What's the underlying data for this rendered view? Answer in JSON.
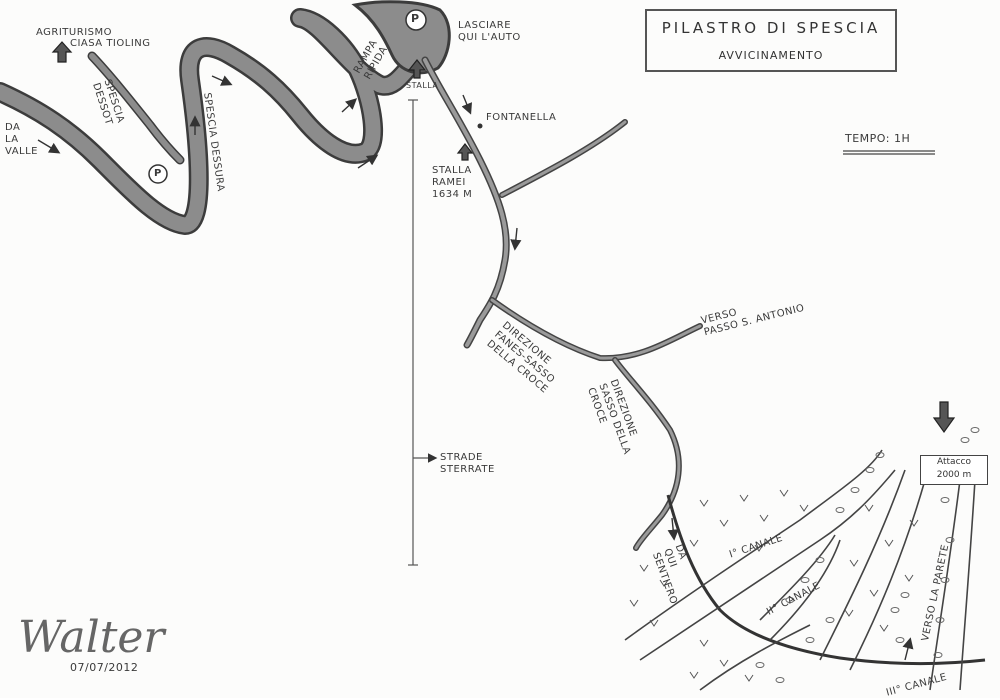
{
  "title": {
    "main": "Pilastro di Spescia",
    "sub": "Avvicinamento"
  },
  "tempo": "Tempo: 1h",
  "labels": {
    "agriturismo_1": "Agriturismo",
    "agriturismo_2": "Ciasa Tioling",
    "da_la_valle": "Da\nla\nvalle",
    "spescia_dessot": "Spescia\nDessot",
    "spescia_dessura": "Spescia Dessura",
    "rampa_ripida": "Rampa\nripida",
    "lasciare": "Lasciare\nqui l'auto",
    "stalla": "Stalla",
    "fontanella": "Fontanella",
    "stalla_ramei": "Stalla\nRamei\n1634 m",
    "verso_passo": "Verso\nPasso S. Antonio",
    "direzione_fanes": "Direzione\nFanes-Sasso\ndella Croce",
    "direzione_sasso": "Direzione\nSasso della\nCroce",
    "strade_sterrate": "Strade\nsterrate",
    "da_qui_sentiero": "Da\nqui\nsentiero",
    "i_canale": "I° canale",
    "ii_canale": "II° canale",
    "iii_canale": "III° canale",
    "verso_la_parete": "Verso la parete",
    "attacco_1": "Attacco",
    "attacco_2": "2000 m",
    "parking": "P"
  },
  "signature": {
    "name": "Walter",
    "date": "07/07/2012"
  },
  "colors": {
    "road_fill": "#8c8c8c",
    "road_edge": "#3c3c3c",
    "ink": "#3a3a3a"
  }
}
